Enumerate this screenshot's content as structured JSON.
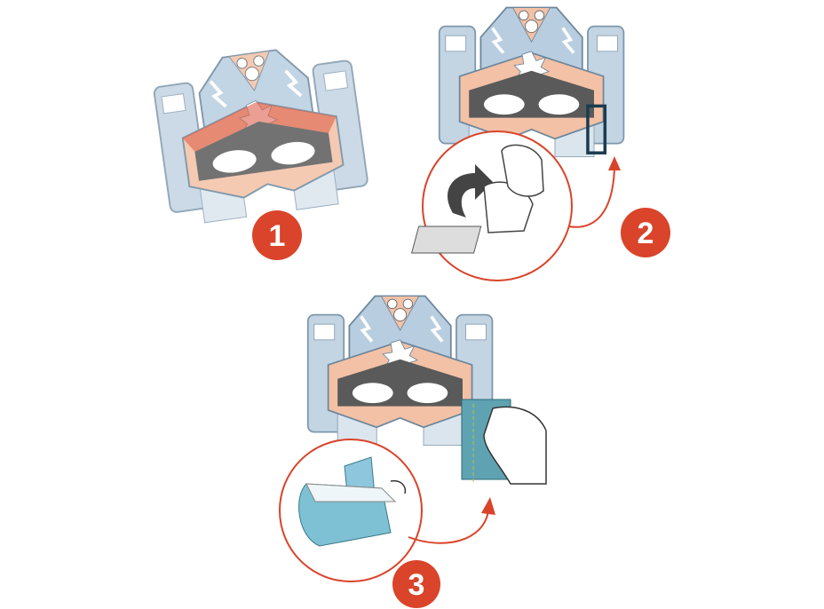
{
  "steps": [
    {
      "number": "1"
    },
    {
      "number": "2"
    },
    {
      "number": "3"
    }
  ],
  "colors": {
    "badge": "#d9442a",
    "mask_blue": "#c3d4e2",
    "mask_orange": "#f3c1a6",
    "mask_dark": "#5a5a5a",
    "glitter": "#5fa3b3"
  }
}
